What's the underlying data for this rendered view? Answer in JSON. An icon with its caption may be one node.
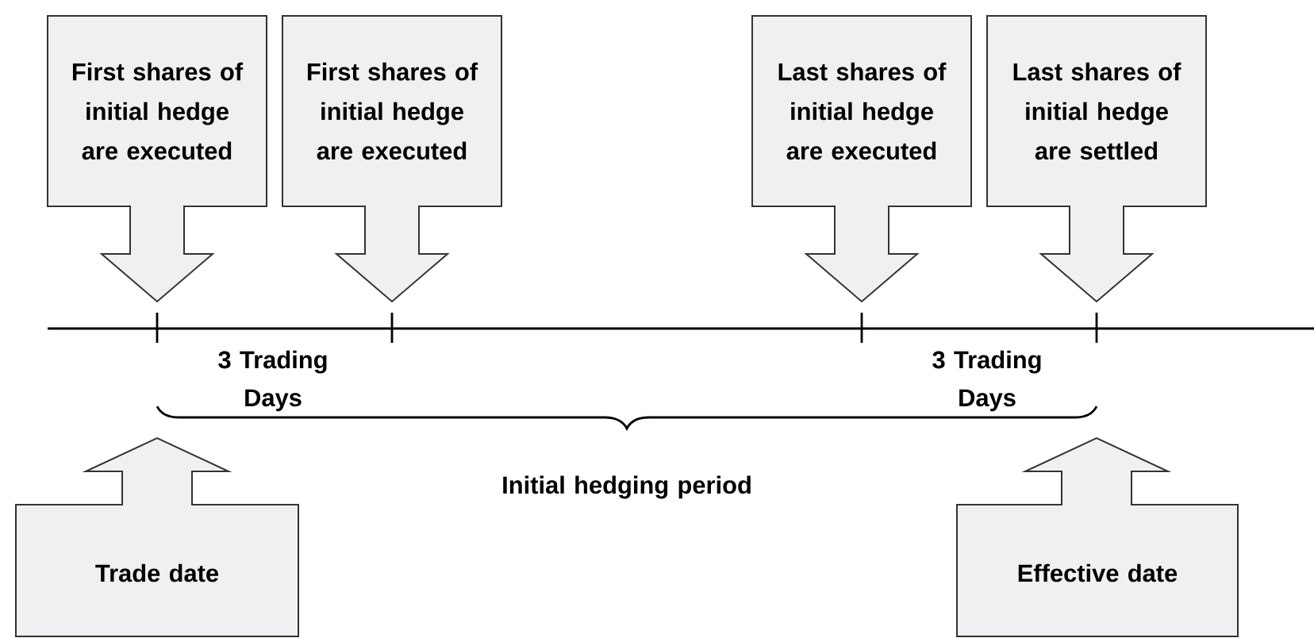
{
  "diagram": {
    "nodes": [
      {
        "text": [
          "First shares of initial hedge are executed"
        ]
      },
      {
        "text": [
          "First shares of initial hedge are executed"
        ]
      },
      {
        "text": [
          "Last shares of initial hedge are executed"
        ]
      },
      {
        "text": [
          "Last shares of initial hedge are settled"
        ]
      },
      {
        "text": [
          "Trade date"
        ]
      },
      {
        "text": [
          "Effective date"
        ]
      }
    ],
    "labels": [
      "3 Trading Days",
      "3 Trading Days",
      "Initial hedging period"
    ]
  }
}
